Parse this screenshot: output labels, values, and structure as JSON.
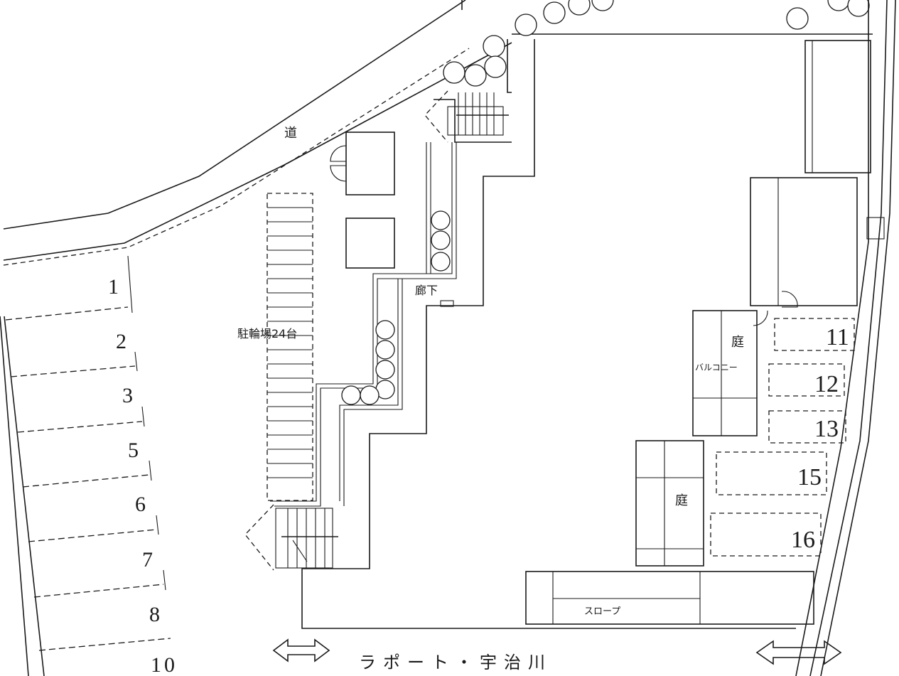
{
  "labels": {
    "road": "道",
    "bike_parking": "駐輪場24台",
    "corridor": "廊下",
    "balcony": "バルコニー",
    "garden_upper": "庭",
    "garden_lower": "庭",
    "slope": "スロープ",
    "bottom_road": "ラポート・宇治川"
  },
  "left_parking_spaces": [
    "1",
    "2",
    "3",
    "5",
    "6",
    "7",
    "8",
    "10"
  ],
  "right_parking_spaces": [
    "11",
    "12",
    "13",
    "15",
    "16"
  ]
}
